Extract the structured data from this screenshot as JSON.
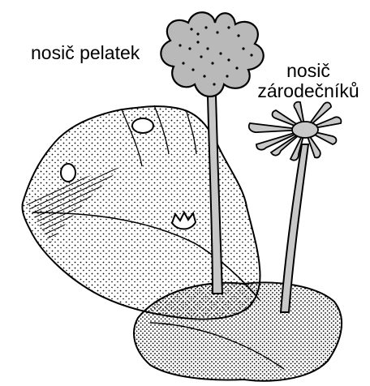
{
  "labels": {
    "antheridiophore": "nosič pelatek",
    "archegoniophore_line1": "nosič",
    "archegoniophore_line2": "zárodečníků"
  },
  "colors": {
    "ink": "#000000",
    "receptacle_fill": "#b9b9b9",
    "stalk_fill": "#c8c8c8",
    "background": "#ffffff"
  }
}
